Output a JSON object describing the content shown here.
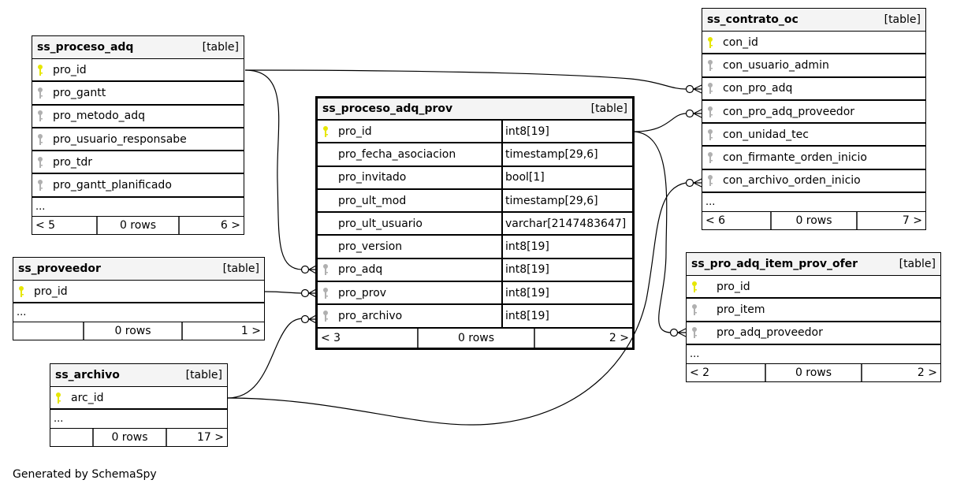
{
  "diagram": {
    "footer": "Generated by SchemaSpy",
    "key_colors": {
      "primary": "#e6e600",
      "foreign": "#b0b0b0"
    },
    "tables": {
      "ss_proceso_adq": {
        "name": "ss_proceso_adq",
        "kind": "[table]",
        "columns": [
          {
            "name": "pro_id",
            "key": "primary"
          },
          {
            "name": "pro_gantt",
            "key": "foreign"
          },
          {
            "name": "pro_metodo_adq",
            "key": "foreign"
          },
          {
            "name": "pro_usuario_responsabe",
            "key": "foreign"
          },
          {
            "name": "pro_tdr",
            "key": "foreign"
          },
          {
            "name": "pro_gantt_planificado",
            "key": "foreign"
          }
        ],
        "more": "...",
        "footer": {
          "parents": "< 5",
          "rows": "0 rows",
          "children": "6 >"
        }
      },
      "ss_proceso_adq_prov": {
        "name": "ss_proceso_adq_prov",
        "kind": "[table]",
        "columns": [
          {
            "name": "pro_id",
            "type": "int8[19]",
            "key": "primary"
          },
          {
            "name": "pro_fecha_asociacion",
            "type": "timestamp[29,6]",
            "key": "none"
          },
          {
            "name": "pro_invitado",
            "type": "bool[1]",
            "key": "none"
          },
          {
            "name": "pro_ult_mod",
            "type": "timestamp[29,6]",
            "key": "none"
          },
          {
            "name": "pro_ult_usuario",
            "type": "varchar[2147483647]",
            "key": "none"
          },
          {
            "name": "pro_version",
            "type": "int8[19]",
            "key": "none"
          },
          {
            "name": "pro_adq",
            "type": "int8[19]",
            "key": "foreign"
          },
          {
            "name": "pro_prov",
            "type": "int8[19]",
            "key": "foreign"
          },
          {
            "name": "pro_archivo",
            "type": "int8[19]",
            "key": "foreign"
          }
        ],
        "footer": {
          "parents": "< 3",
          "rows": "0 rows",
          "children": "2 >"
        }
      },
      "ss_contrato_oc": {
        "name": "ss_contrato_oc",
        "kind": "[table]",
        "columns": [
          {
            "name": "con_id",
            "key": "primary"
          },
          {
            "name": "con_usuario_admin",
            "key": "foreign"
          },
          {
            "name": "con_pro_adq",
            "key": "foreign"
          },
          {
            "name": "con_pro_adq_proveedor",
            "key": "foreign"
          },
          {
            "name": "con_unidad_tec",
            "key": "foreign"
          },
          {
            "name": "con_firmante_orden_inicio",
            "key": "foreign"
          },
          {
            "name": "con_archivo_orden_inicio",
            "key": "foreign"
          }
        ],
        "more": "...",
        "footer": {
          "parents": "< 6",
          "rows": "0 rows",
          "children": "7 >"
        }
      },
      "ss_pro_adq_item_prov_ofer": {
        "name": "ss_pro_adq_item_prov_ofer",
        "kind": "[table]",
        "columns": [
          {
            "name": "pro_id",
            "key": "primary"
          },
          {
            "name": "pro_item",
            "key": "foreign"
          },
          {
            "name": "pro_adq_proveedor",
            "key": "foreign"
          }
        ],
        "more": "...",
        "footer": {
          "parents": "< 2",
          "rows": "0 rows",
          "children": "2 >"
        }
      },
      "ss_proveedor": {
        "name": "ss_proveedor",
        "kind": "[table]",
        "columns": [
          {
            "name": "pro_id",
            "key": "primary"
          }
        ],
        "more": "...",
        "footer": {
          "parents": "",
          "rows": "0 rows",
          "children": "1 >"
        }
      },
      "ss_archivo": {
        "name": "ss_archivo",
        "kind": "[table]",
        "columns": [
          {
            "name": "arc_id",
            "key": "primary"
          }
        ],
        "more": "...",
        "footer": {
          "parents": "",
          "rows": "0 rows",
          "children": "17 >"
        }
      }
    },
    "relationships": [
      {
        "from": "ss_proceso_adq.pro_id",
        "to": "ss_proceso_adq_prov.pro_adq"
      },
      {
        "from": "ss_proceso_adq.pro_id",
        "to": "ss_contrato_oc.con_pro_adq"
      },
      {
        "from": "ss_proveedor.pro_id",
        "to": "ss_proceso_adq_prov.pro_prov"
      },
      {
        "from": "ss_archivo.arc_id",
        "to": "ss_proceso_adq_prov.pro_archivo"
      },
      {
        "from": "ss_archivo.arc_id",
        "to": "ss_contrato_oc.con_archivo_orden_inicio"
      },
      {
        "from": "ss_proceso_adq_prov.pro_id",
        "to": "ss_contrato_oc.con_pro_adq_proveedor"
      },
      {
        "from": "ss_proceso_adq_prov.pro_id",
        "to": "ss_pro_adq_item_prov_ofer.pro_adq_proveedor"
      }
    ]
  }
}
